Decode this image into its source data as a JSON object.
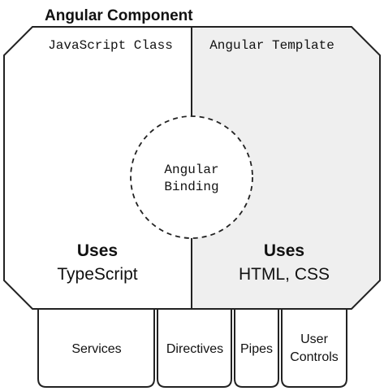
{
  "title": "Angular Component",
  "left_panel": {
    "heading": "JavaScript Class",
    "uses_label": "Uses",
    "uses_value": "TypeScript",
    "fill": "#ffffff"
  },
  "right_panel": {
    "heading": "Angular Template",
    "uses_label": "Uses",
    "uses_value": "HTML, CSS",
    "fill": "#efefef"
  },
  "binding": {
    "line1": "Angular",
    "line2": "Binding"
  },
  "tabs": {
    "services": "Services",
    "directives": "Directives",
    "pipes": "Pipes",
    "user_controls_line1": "User",
    "user_controls_line2": "Controls"
  }
}
